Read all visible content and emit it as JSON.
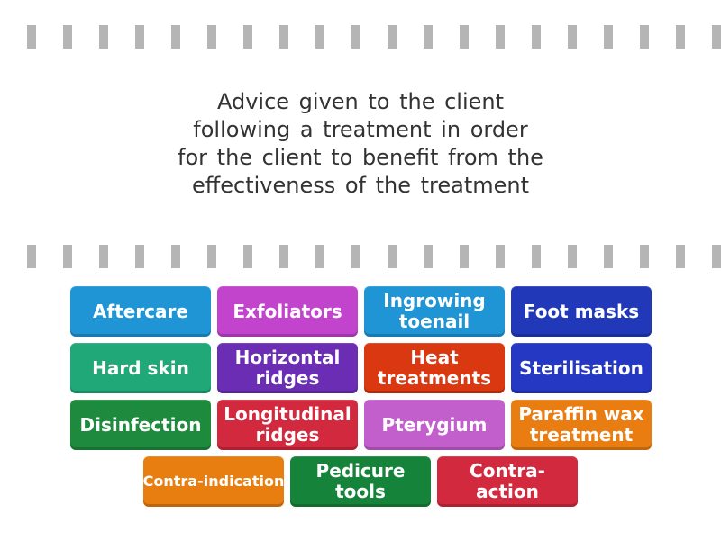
{
  "question": {
    "lines": [
      "Advice given to the client",
      "following a treatment in order",
      "for the client to benefit from the",
      "effectiveness of the treatment"
    ],
    "full_text": "Advice given to the client following a treatment in order for the client to benefit from the effectiveness of the treatment"
  },
  "answers": [
    {
      "label": "Aftercare",
      "color": "#2095d6"
    },
    {
      "label": "Exfoliators",
      "color": "#c244cc"
    },
    {
      "label": "Ingrowing toenail",
      "color": "#2095d6"
    },
    {
      "label": "Foot masks",
      "color": "#2139b8"
    },
    {
      "label": "Hard skin",
      "color": "#20a878"
    },
    {
      "label": "Horizontal ridges",
      "color": "#6a2db4"
    },
    {
      "label": "Heat treatments",
      "color": "#da3810"
    },
    {
      "label": "Sterilisation",
      "color": "#2438c4"
    },
    {
      "label": "Disinfection",
      "color": "#1e8a3d"
    },
    {
      "label": "Longitudinal ridges",
      "color": "#d2293e"
    },
    {
      "label": "Pterygium",
      "color": "#c35ecd"
    },
    {
      "label": "Paraffin wax treatment",
      "color": "#e97d12"
    },
    {
      "label": "Contra-indication",
      "color": "#e87d10"
    },
    {
      "label": "Pedicure tools",
      "color": "#16833a"
    },
    {
      "label": "Contra-action",
      "color": "#d3293f"
    }
  ],
  "decor": {
    "divider_color": "#b5b5b5"
  }
}
